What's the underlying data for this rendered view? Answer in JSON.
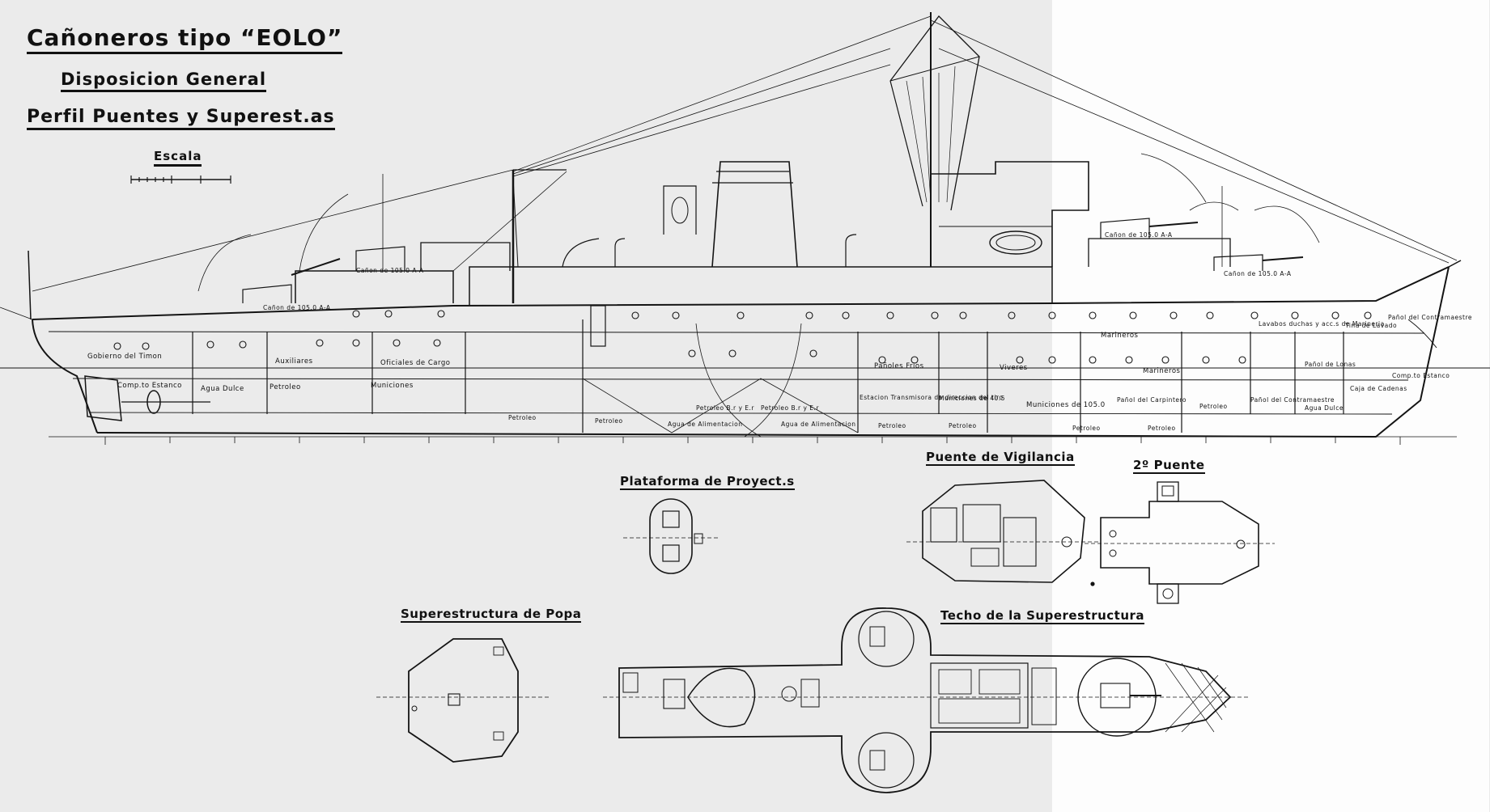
{
  "title": {
    "line1": "Cañoneros tipo “EOLO”",
    "line2": "Disposicion General",
    "line3": "Perfil Puentes y Superest.as",
    "scale": "Escala"
  },
  "views": {
    "proyectores": "Plataforma de Proyect.s",
    "vigilancia": "Puente de Vigilancia",
    "segundo_puente": "2º Puente",
    "popa": "Superestructura de Popa",
    "techo": "Techo de la Superestructura"
  },
  "profile_labels": {
    "gobierno": "Gobierno del Timon",
    "compartimento_estanco": "Comp.to Estanco",
    "agua_dulce_popa": "Agua Dulce",
    "petroleo_popa": "Petroleo",
    "auxiliares": "Auxiliares",
    "oficiales": "Oficiales de Cargo",
    "municiones_popa": "Municiones",
    "canon_popa_1": "Cañon de 105.0 A-A",
    "canon_popa_2": "Cañon de 105.0 A-A",
    "panoles_frios": "Pañoles Frios",
    "viveres": "Viveres",
    "estacion": "Estacion Transmisora de direccion del tiro",
    "municiones_40": "Municiones de 40.5",
    "municiones_105": "Municiones de 105.0",
    "marineros_1": "Marineros",
    "marineros_2": "Marineros",
    "lavabos": "Lavabos duchas y acc.s de Marineria",
    "tinta": "Tina de Lavado",
    "panol_contramaestre": "Pañol del Contramaestre",
    "panol_lonas": "Pañol de Lonas",
    "caja_cadenas": "Caja de Cadenas",
    "comp_estanco_proa": "Comp.to Estanco",
    "panol_carpintero": "Pañol del Carpintero",
    "petroleo_proa": "Petroleo",
    "panol_contramaestre_2": "Pañol del Contramaestre",
    "agua_dulce_proa": "Agua Dulce",
    "canon_proa_1": "Cañon de 105.0 A-A",
    "canon_proa_2": "Cañon de 105.0 A-A",
    "agua_alimentacion_1": "Agua de Alimentacion",
    "agua_alimentacion_2": "Agua de Alimentacion",
    "petroleo_b_ca_1": "Petroleo B.r y E.r",
    "petroleo_b_ca_2": "Petroleo B.r y E.r",
    "petroleo_fondo_1": "Petroleo",
    "petroleo_fondo_2": "Petroleo",
    "petroleo_fondo_3": "Petroleo",
    "petroleo_fondo_4": "Petroleo",
    "petroleo_fondo_5": "Petroleo",
    "petroleo_fondo_6": "Petroleo"
  },
  "colors": {
    "paper": "#ebebeb",
    "ink": "#141414",
    "fold_panel": "#fdfdfd"
  }
}
